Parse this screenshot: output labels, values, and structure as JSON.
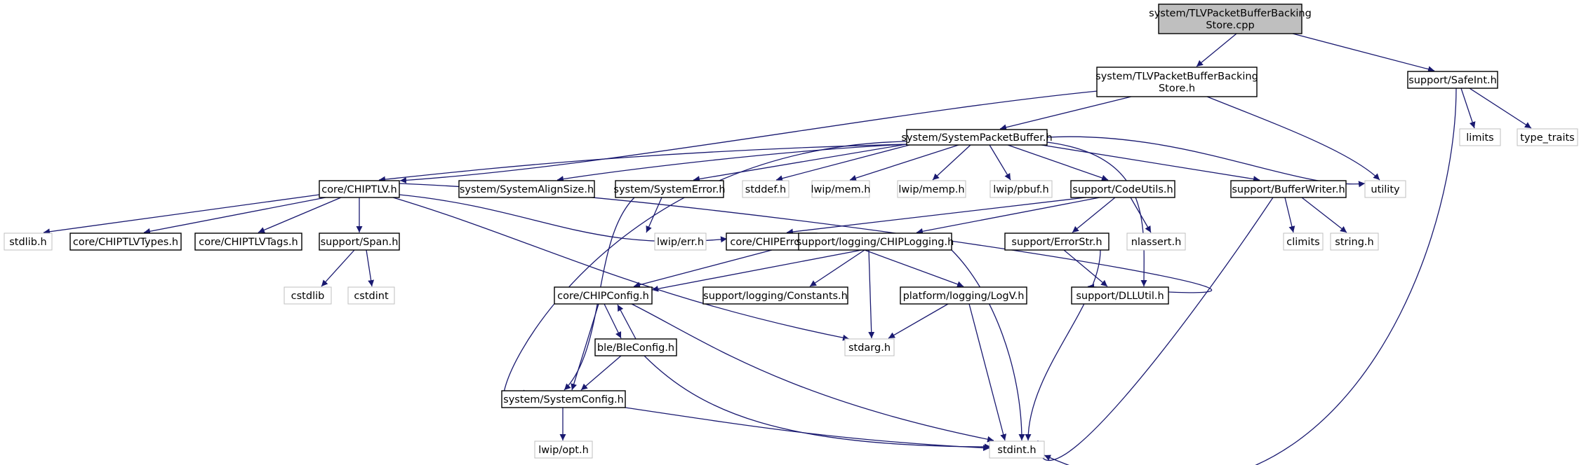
{
  "diagram": {
    "colors": {
      "edge": "#191970",
      "node_border": "#000000",
      "ext_border": "#bfbfbf",
      "root_fill": "#bfbfbf",
      "fill": "#ffffff",
      "ext_text": "#000000"
    },
    "nodes": [
      {
        "id": "root",
        "lines": [
          "system/TLVPacketBufferBacking",
          "Store.cpp"
        ],
        "kind": "root"
      },
      {
        "id": "tlvh",
        "lines": [
          "system/TLVPacketBufferBacking",
          "Store.h"
        ],
        "kind": "file"
      },
      {
        "id": "safeint",
        "lines": [
          "support/SafeInt.h"
        ],
        "kind": "file"
      },
      {
        "id": "spb",
        "lines": [
          "system/SystemPacketBuffer.h"
        ],
        "kind": "file"
      },
      {
        "id": "limits",
        "lines": [
          "limits"
        ],
        "kind": "external"
      },
      {
        "id": "type_traits",
        "lines": [
          "type_traits"
        ],
        "kind": "external"
      },
      {
        "id": "chiptlv",
        "lines": [
          "core/CHIPTLV.h"
        ],
        "kind": "file"
      },
      {
        "id": "sysalign",
        "lines": [
          "system/SystemAlignSize.h"
        ],
        "kind": "file"
      },
      {
        "id": "syserr",
        "lines": [
          "system/SystemError.h"
        ],
        "kind": "file"
      },
      {
        "id": "stddef",
        "lines": [
          "stddef.h"
        ],
        "kind": "external"
      },
      {
        "id": "lwipmem",
        "lines": [
          "lwip/mem.h"
        ],
        "kind": "external"
      },
      {
        "id": "lwipmemp",
        "lines": [
          "lwip/memp.h"
        ],
        "kind": "external"
      },
      {
        "id": "lwippbuf",
        "lines": [
          "lwip/pbuf.h"
        ],
        "kind": "external"
      },
      {
        "id": "codeutils",
        "lines": [
          "support/CodeUtils.h"
        ],
        "kind": "file"
      },
      {
        "id": "bufwriter",
        "lines": [
          "support/BufferWriter.h"
        ],
        "kind": "file"
      },
      {
        "id": "utility",
        "lines": [
          "utility"
        ],
        "kind": "external"
      },
      {
        "id": "stdlib",
        "lines": [
          "stdlib.h"
        ],
        "kind": "external"
      },
      {
        "id": "tlvtypes",
        "lines": [
          "core/CHIPTLVTypes.h"
        ],
        "kind": "file"
      },
      {
        "id": "tlvtags",
        "lines": [
          "core/CHIPTLVTags.h"
        ],
        "kind": "file"
      },
      {
        "id": "span",
        "lines": [
          "support/Span.h"
        ],
        "kind": "file"
      },
      {
        "id": "lwiperr",
        "lines": [
          "lwip/err.h"
        ],
        "kind": "external"
      },
      {
        "id": "chiperror",
        "lines": [
          "core/CHIPError.h"
        ],
        "kind": "file"
      },
      {
        "id": "chiplogging",
        "lines": [
          "support/logging/CHIPLogging.h"
        ],
        "kind": "file"
      },
      {
        "id": "errorstr",
        "lines": [
          "support/ErrorStr.h"
        ],
        "kind": "file"
      },
      {
        "id": "nlassert",
        "lines": [
          "nlassert.h"
        ],
        "kind": "external"
      },
      {
        "id": "climits",
        "lines": [
          "climits"
        ],
        "kind": "external"
      },
      {
        "id": "stringh",
        "lines": [
          "string.h"
        ],
        "kind": "external"
      },
      {
        "id": "cstdlib",
        "lines": [
          "cstdlib"
        ],
        "kind": "external"
      },
      {
        "id": "cstdint",
        "lines": [
          "cstdint"
        ],
        "kind": "external"
      },
      {
        "id": "chipconfig",
        "lines": [
          "core/CHIPConfig.h"
        ],
        "kind": "file"
      },
      {
        "id": "constants",
        "lines": [
          "support/logging/Constants.h"
        ],
        "kind": "file"
      },
      {
        "id": "logv",
        "lines": [
          "platform/logging/LogV.h"
        ],
        "kind": "file"
      },
      {
        "id": "dllutil",
        "lines": [
          "support/DLLUtil.h"
        ],
        "kind": "file"
      },
      {
        "id": "bleconfig",
        "lines": [
          "ble/BleConfig.h"
        ],
        "kind": "file"
      },
      {
        "id": "stdarg",
        "lines": [
          "stdarg.h"
        ],
        "kind": "external"
      },
      {
        "id": "sysconfig",
        "lines": [
          "system/SystemConfig.h"
        ],
        "kind": "file"
      },
      {
        "id": "lwipopt",
        "lines": [
          "lwip/opt.h"
        ],
        "kind": "external"
      },
      {
        "id": "stdint",
        "lines": [
          "stdint.h"
        ],
        "kind": "external"
      }
    ],
    "edges": [
      [
        "root",
        "tlvh"
      ],
      [
        "root",
        "safeint"
      ],
      [
        "tlvh",
        "spb"
      ],
      [
        "tlvh",
        "chiptlv"
      ],
      [
        "tlvh",
        "utility"
      ],
      [
        "safeint",
        "limits"
      ],
      [
        "safeint",
        "type_traits"
      ],
      [
        "safeint",
        "stdint"
      ],
      [
        "spb",
        "chiptlv"
      ],
      [
        "spb",
        "sysalign"
      ],
      [
        "spb",
        "syserr"
      ],
      [
        "spb",
        "stddef"
      ],
      [
        "spb",
        "lwipmem"
      ],
      [
        "spb",
        "lwipmemp"
      ],
      [
        "spb",
        "lwippbuf"
      ],
      [
        "spb",
        "codeutils"
      ],
      [
        "spb",
        "bufwriter"
      ],
      [
        "spb",
        "utility"
      ],
      [
        "spb",
        "dllutil"
      ],
      [
        "spb",
        "sysconfig"
      ],
      [
        "chiptlv",
        "stdlib"
      ],
      [
        "chiptlv",
        "tlvtypes"
      ],
      [
        "chiptlv",
        "tlvtags"
      ],
      [
        "chiptlv",
        "span"
      ],
      [
        "chiptlv",
        "chiperror"
      ],
      [
        "chiptlv",
        "dllutil"
      ],
      [
        "chiptlv",
        "stdarg"
      ],
      [
        "syserr",
        "lwiperr"
      ],
      [
        "syserr",
        "sysconfig"
      ],
      [
        "codeutils",
        "chiperror"
      ],
      [
        "codeutils",
        "chiplogging"
      ],
      [
        "codeutils",
        "errorstr"
      ],
      [
        "codeutils",
        "nlassert"
      ],
      [
        "bufwriter",
        "climits"
      ],
      [
        "bufwriter",
        "stringh"
      ],
      [
        "bufwriter",
        "stdint"
      ],
      [
        "span",
        "cstdlib"
      ],
      [
        "span",
        "cstdint"
      ],
      [
        "chiperror",
        "chipconfig"
      ],
      [
        "chiplogging",
        "chipconfig"
      ],
      [
        "chiplogging",
        "constants"
      ],
      [
        "chiplogging",
        "logv"
      ],
      [
        "chiplogging",
        "stdarg"
      ],
      [
        "chiplogging",
        "stdint"
      ],
      [
        "errorstr",
        "dllutil"
      ],
      [
        "errorstr",
        "stdint"
      ],
      [
        "chipconfig",
        "bleconfig"
      ],
      [
        "chipconfig",
        "sysconfig"
      ],
      [
        "chipconfig",
        "stdint"
      ],
      [
        "bleconfig",
        "chipconfig"
      ],
      [
        "bleconfig",
        "sysconfig"
      ],
      [
        "bleconfig",
        "stdint"
      ],
      [
        "logv",
        "stdarg"
      ],
      [
        "logv",
        "stdint"
      ],
      [
        "sysconfig",
        "lwipopt"
      ],
      [
        "sysconfig",
        "stdint"
      ]
    ]
  }
}
